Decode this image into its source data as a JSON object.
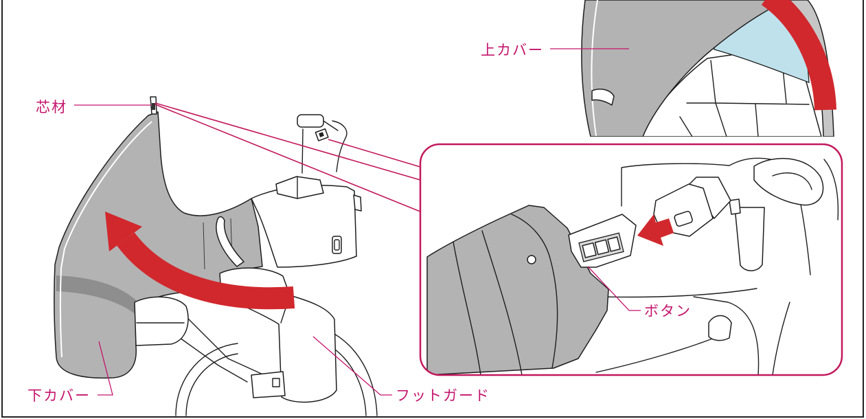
{
  "labels": {
    "upper_cover": "上カバー",
    "core": "芯材",
    "lower_cover": "下カバー",
    "foot_guard": "フットガード",
    "button": "ボタン"
  },
  "colors": {
    "label": "#c4166d",
    "arrow": "#d1282d",
    "cover": "#b3b3b3",
    "cover_band": "#8e8e8e",
    "window": "#bfe1ec",
    "inset_border": "#c2185b"
  }
}
